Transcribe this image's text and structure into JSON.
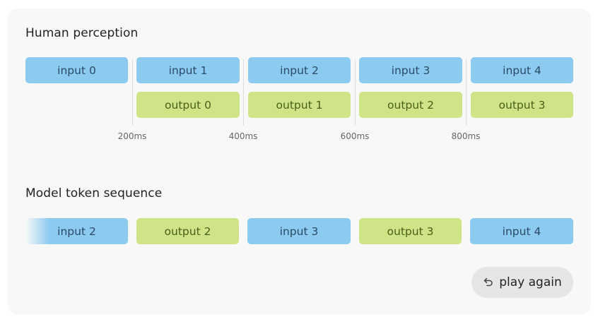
{
  "colors": {
    "input": "#8ccaf0",
    "output": "#cfe487"
  },
  "perception": {
    "title": "Human perception",
    "inputs": [
      "input 0",
      "input 1",
      "input 2",
      "input 3",
      "input 4"
    ],
    "outputs": [
      "output 0",
      "output 1",
      "output 2",
      "output 3"
    ],
    "ticks": [
      "200ms",
      "400ms",
      "600ms",
      "800ms"
    ]
  },
  "sequence": {
    "title": "Model token sequence",
    "tokens": [
      {
        "label": "input 2",
        "kind": "input"
      },
      {
        "label": "output 2",
        "kind": "output"
      },
      {
        "label": "input 3",
        "kind": "input"
      },
      {
        "label": "output 3",
        "kind": "output"
      },
      {
        "label": "input 4",
        "kind": "input"
      }
    ]
  },
  "controls": {
    "play_again_label": "play again",
    "play_again_icon": "undo-arrow-icon"
  }
}
